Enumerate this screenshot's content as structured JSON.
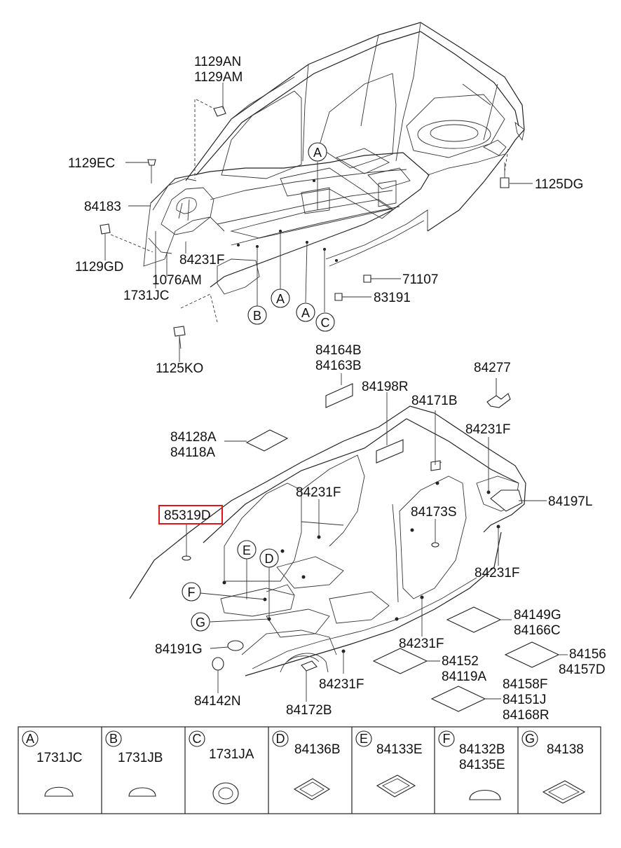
{
  "top_callouts": {
    "p1129AN": "1129AN",
    "p1129AM": "1129AM",
    "p1129EC": "1129EC",
    "p84183": "84183",
    "p1129GD": "1129GD",
    "p84231F_top": "84231F",
    "p1076AM": "1076AM",
    "p1731JC_top": "1731JC",
    "p1125KO": "1125KO",
    "p1125DG": "1125DG",
    "p71107": "71107",
    "p83191": "83191"
  },
  "top_refs": {
    "a1": "A",
    "a2": "A",
    "a3": "A",
    "b": "B",
    "c": "C"
  },
  "mid_callouts": {
    "p84164B": "84164B",
    "p84163B": "84163B",
    "p84198R": "84198R",
    "p84277": "84277",
    "p84171B": "84171B",
    "p84231F_1": "84231F",
    "p84128A": "84128A",
    "p84118A": "84118A",
    "p84231F_2": "84231F",
    "p84197L": "84197L",
    "p85319D": "85319D",
    "p84173S": "84173S",
    "p84231F_3": "84231F",
    "p84149G": "84149G",
    "p84166C": "84166C",
    "p84191G": "84191G",
    "p84231F_4": "84231F",
    "p84156": "84156",
    "p84157D": "84157D",
    "p84152": "84152",
    "p84119A": "84119A",
    "p84142N": "84142N",
    "p84231F_5": "84231F",
    "p84172B": "84172B",
    "p84158F": "84158F",
    "p84151J": "84151J",
    "p84168R": "84168R"
  },
  "mid_refs": {
    "e": "E",
    "d": "D",
    "f": "F",
    "g": "G"
  },
  "legend": [
    {
      "ref": "A",
      "parts": [
        "1731JC"
      ]
    },
    {
      "ref": "B",
      "parts": [
        "1731JB"
      ]
    },
    {
      "ref": "C",
      "parts": [
        "1731JA"
      ]
    },
    {
      "ref": "D",
      "parts": [
        "84136B"
      ]
    },
    {
      "ref": "E",
      "parts": [
        "84133E"
      ]
    },
    {
      "ref": "F",
      "parts": [
        "84132B",
        "84135E"
      ]
    },
    {
      "ref": "G",
      "parts": [
        "84138"
      ]
    }
  ],
  "highlight_color": "#e0151b"
}
